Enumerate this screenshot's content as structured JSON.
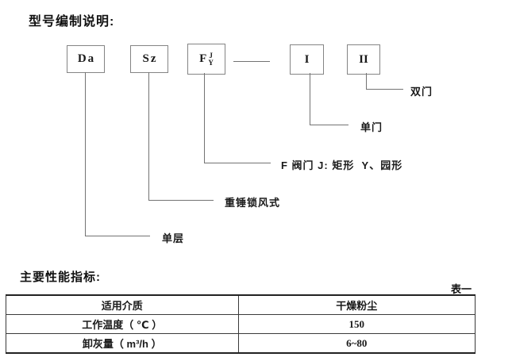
{
  "page": {
    "diagram_title": "型号编制说明:",
    "table_title": "主要性能指标:",
    "table_caption": "表一"
  },
  "diagram": {
    "boxes": [
      {
        "id": "da",
        "label": "Da"
      },
      {
        "id": "sz",
        "label": "Sz"
      },
      {
        "id": "f",
        "main": "F",
        "upper": "J",
        "lower": "Y"
      },
      {
        "id": "one",
        "label": "I"
      },
      {
        "id": "two",
        "label": "II"
      }
    ],
    "labels": {
      "double_door": "双门",
      "single_door": "单门",
      "valve": "F 阀门 J: 矩形  Y、园形",
      "lock_type": "重锤锁风式",
      "single_layer": "单层"
    },
    "line_color": "#737373",
    "box_border_color": "#848484"
  },
  "table": {
    "rows": [
      {
        "name": "适用介质",
        "value": "干燥粉尘"
      },
      {
        "name": "工作温度（ ℃ ）",
        "value": "150"
      },
      {
        "name": "卸灰量（ m³/h ）",
        "value": "6~80"
      }
    ]
  }
}
